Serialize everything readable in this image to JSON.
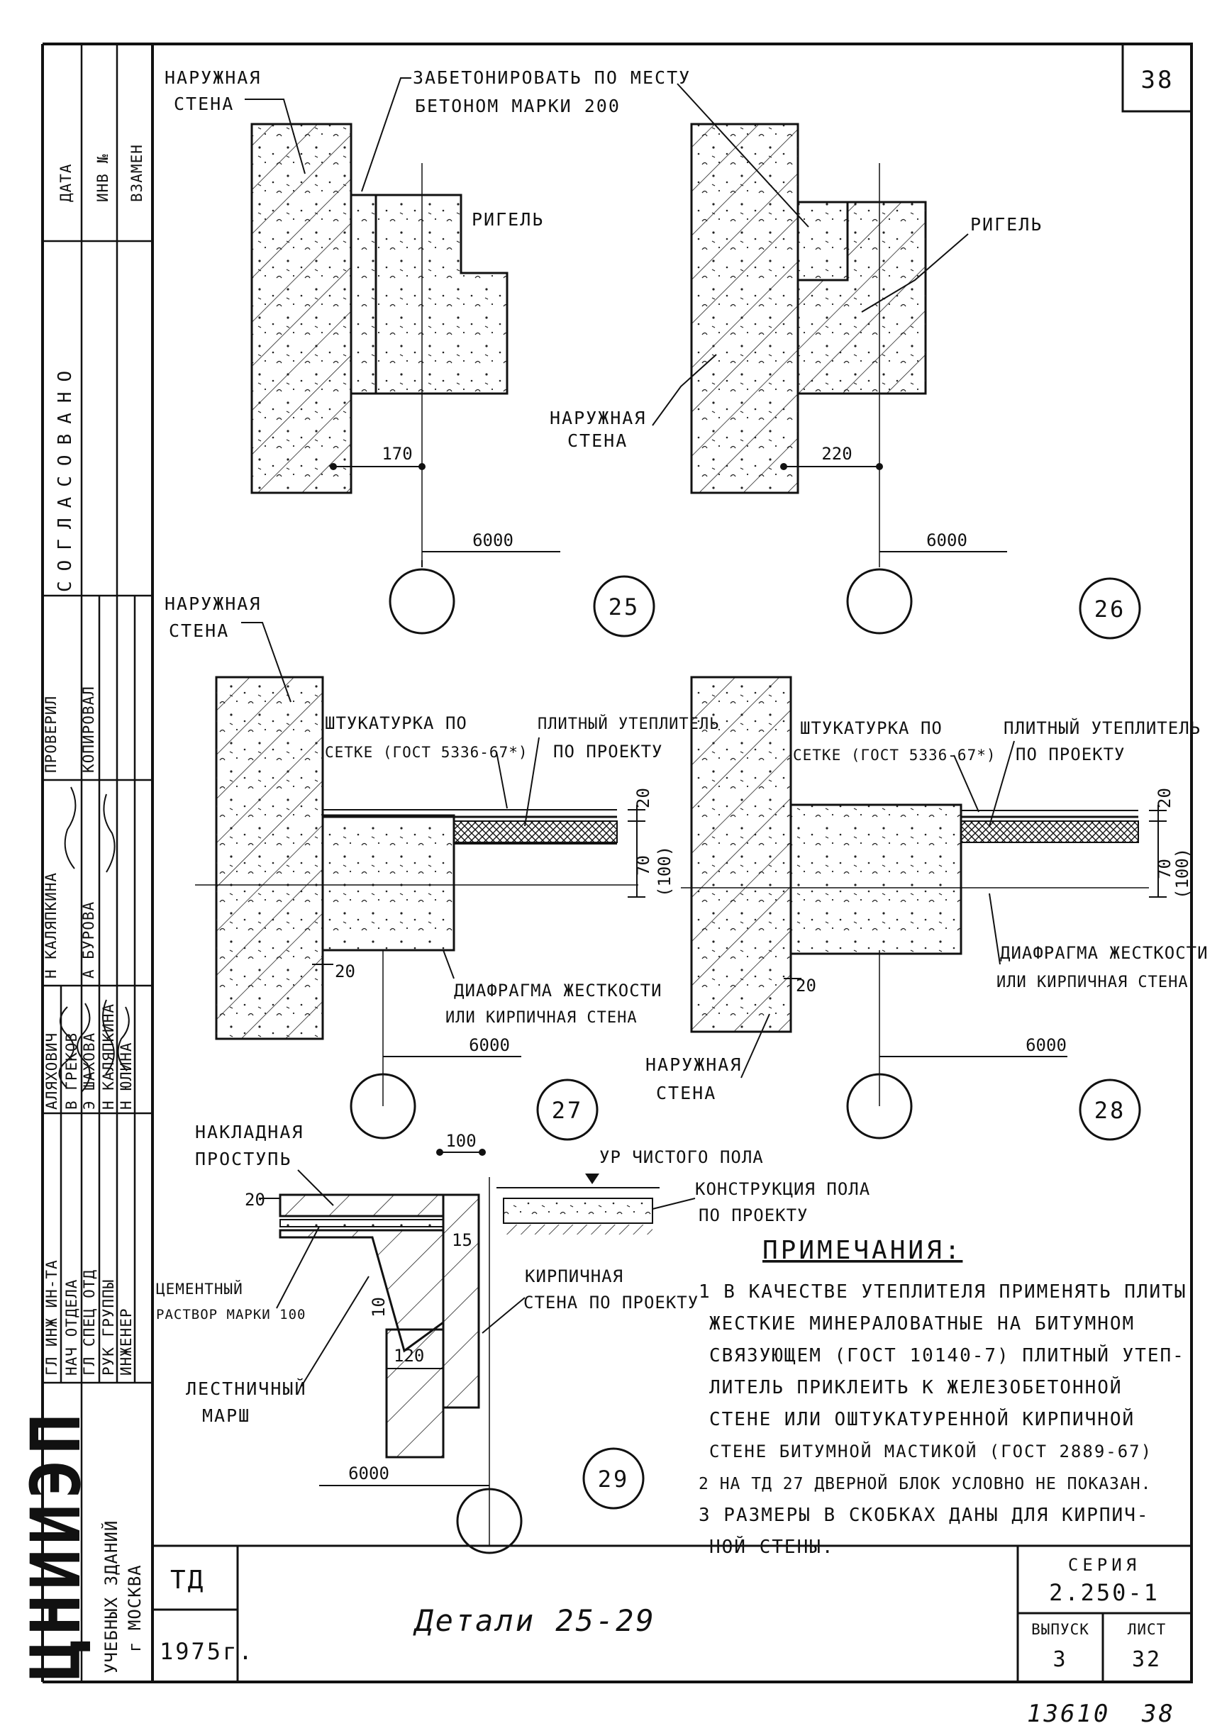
{
  "sheet": {
    "page_no": "38",
    "footer_inv": "13610",
    "footer_page": "38"
  },
  "title_block": {
    "code": "ТД",
    "year": "1975г.",
    "title": "Детали 25-29",
    "series_label": "СЕРИЯ",
    "series_value": "2.250-1",
    "issue_label": "ВЫПУСК",
    "issue_value": "3",
    "sheet_label": "ЛИСТ",
    "sheet_value": "32"
  },
  "side_stamp": {
    "org_logo": "ЦНИИЭП",
    "org_line1": "УЧЕБНЫХ ЗДАНИЙ",
    "org_line2": "г МОСКВА",
    "col_data": "ДАТА",
    "col_inv": "ИНВ №",
    "col_replace": "ВЗАМЕН",
    "agreed": "СОГЛАСОВАНО",
    "staff": [
      {
        "role": "ГЛ ИНЖ ИН-ТА",
        "name": "АЛЯХОВИЧ",
        "check": "ПРОВЕРИЛ",
        "checker": "Н КАЛЯПКИНА"
      },
      {
        "role": "НАЧ ОТДЕЛА",
        "name": "В ГРЕКОВ",
        "check": "КОПИРОВАЛ",
        "checker": "А БУРОВА"
      },
      {
        "role": "ГЛ СПЕЦ ОТД",
        "name": "Э ШАХОВА",
        "check": "",
        "checker": ""
      },
      {
        "role": "РУК ГРУППЫ",
        "name": "Н КАЛЯПКИНА",
        "check": "",
        "checker": ""
      },
      {
        "role": "ИНЖЕНЕР",
        "name": "Н ЮЛИНА",
        "check": "",
        "checker": ""
      }
    ]
  },
  "details": {
    "d25": {
      "number": "25",
      "outer_wall": [
        "НАРУЖНАЯ",
        "СТЕНА"
      ],
      "concrete_note": [
        "ЗАБЕТОНИРОВАТЬ ПО МЕСТУ",
        "БЕТОНОМ МАРКИ 200"
      ],
      "beam": "РИГЕЛЬ",
      "dim_offset": "170",
      "dim_span": "6000"
    },
    "d26": {
      "number": "26",
      "beam": "РИГЕЛЬ",
      "outer_wall": [
        "НАРУЖНАЯ",
        "СТЕНА"
      ],
      "dim_offset": "220",
      "dim_span": "6000"
    },
    "d27": {
      "number": "27",
      "outer_wall": [
        "НАРУЖНАЯ",
        "СТЕНА"
      ],
      "plaster": [
        "ШТУКАТУРКА ПО",
        "СЕТКЕ (ГОСТ 5336-67*)"
      ],
      "insulation": [
        "ПЛИТНЫЙ УТЕПЛИТЕЛЬ",
        "ПО ПРОЕКТУ"
      ],
      "diaphragm": [
        "ДИАФРАГМА ЖЕСТКОСТИ",
        "ИЛИ КИРПИЧНАЯ СТЕНА"
      ],
      "dim_20a": "20",
      "dim_70": "70",
      "dim_100": "(100)",
      "dim_20b": "20",
      "dim_span": "6000"
    },
    "d28": {
      "number": "28",
      "plaster": [
        "ШТУКАТУРКА ПО",
        "СЕТКЕ (ГОСТ 5336-67*)"
      ],
      "insulation": [
        "ПЛИТНЫЙ УТЕПЛИТЕЛЬ",
        "ПО ПРОЕКТУ"
      ],
      "diaphragm": [
        "ДИАФРАГМА ЖЕСТКОСТИ",
        "ИЛИ КИРПИЧНАЯ СТЕНА"
      ],
      "outer_wall": [
        "НАРУЖНАЯ",
        "СТЕНА"
      ],
      "dim_20a": "20",
      "dim_70": "70",
      "dim_100": "(100)",
      "dim_20b": "20",
      "dim_span": "6000"
    },
    "d29": {
      "number": "29",
      "tread": [
        "НАКЛАДНАЯ",
        "ПРОСТУПЬ"
      ],
      "floor_level": "УР ЧИСТОГО ПОЛА",
      "floor_construction": [
        "КОНСТРУКЦИЯ ПОЛА",
        "ПО ПРОЕКТУ"
      ],
      "mortar": [
        "ЦЕМЕНТНЫЙ",
        "РАСТВОР МАРКИ 100"
      ],
      "brick_wall": [
        "КИРПИЧНАЯ",
        "СТЕНА ПО ПРОЕКТУ"
      ],
      "stair": [
        "ЛЕСТНИЧНЫЙ",
        "МАРШ"
      ],
      "dim_100": "100",
      "dim_20": "20",
      "dim_15": "15",
      "dim_10": "10",
      "dim_120": "120",
      "dim_span": "6000"
    }
  },
  "notes": {
    "heading": "ПРИМЕЧАНИЯ:",
    "lines": [
      "1 В КАЧЕСТВЕ УТЕПЛИТЕЛЯ ПРИМЕНЯТЬ ПЛИТЫ",
      "ЖЕСТКИЕ МИНЕРАЛОВАТНЫЕ НА БИТУМНОМ",
      "СВЯЗУЮЩЕМ (ГОСТ 10140-7) ПЛИТНЫЙ УТЕП-",
      "ЛИТЕЛЬ ПРИКЛЕИТЬ К ЖЕЛЕЗОБЕТОННОЙ",
      "СТЕНЕ ИЛИ ОШТУКАТУРЕННОЙ КИРПИЧНОЙ",
      "СТЕНЕ БИТУМНОЙ МАСТИКОЙ (ГОСТ 2889-67)",
      "2 НА ТД 27 ДВЕРНОЙ БЛОК УСЛОВНО НЕ ПОКАЗАН.",
      "3 РАЗМЕРЫ В СКОБКАХ ДАНЫ ДЛЯ КИРПИЧ-",
      "НОЙ СТЕНЫ."
    ]
  }
}
